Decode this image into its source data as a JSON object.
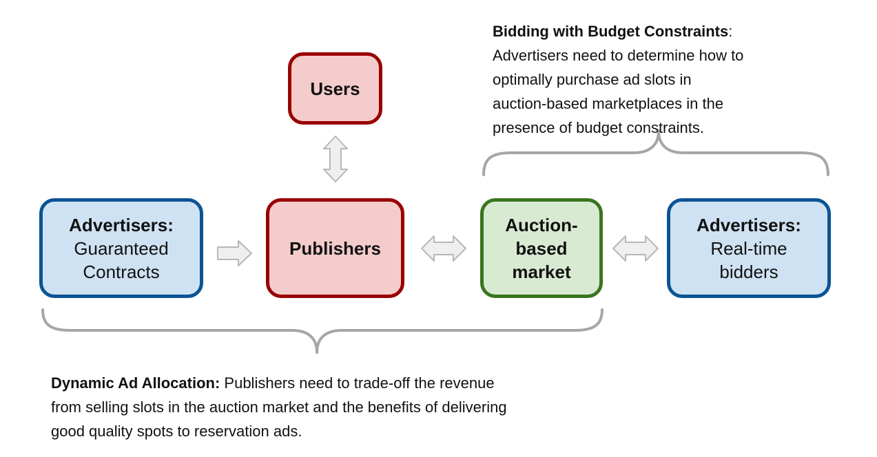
{
  "nodes": {
    "users": {
      "title": "Users"
    },
    "publishers": {
      "title": "Publishers"
    },
    "auction_market": {
      "line1": "Auction-",
      "line2": "based",
      "line3": "market"
    },
    "advertisers_guaranteed": {
      "title": "Advertisers:",
      "line1": "Guaranteed",
      "line2": "Contracts"
    },
    "advertisers_rtb": {
      "title": "Advertisers:",
      "line1": "Real-time",
      "line2": "bidders"
    }
  },
  "notes": {
    "bidding": {
      "title": "Bidding with Budget Constraints",
      "colon": ":",
      "line1": "Advertisers need to determine how to",
      "line2": "optimally purchase ad slots in",
      "line3": "auction-based marketplaces in the",
      "line4": "presence of budget constraints."
    },
    "dynamic": {
      "title": "Dynamic Ad Allocation:",
      "line1_rest": " Publishers need to trade-off the revenue",
      "line2": "from selling slots in the auction market and the benefits of delivering",
      "line3": "good quality spots to reservation ads."
    }
  },
  "colors": {
    "red_fill": "#f4cccc",
    "red_border": "#990000",
    "blue_fill": "#cfe2f3",
    "blue_border": "#0b5394",
    "green_fill": "#d9ead3",
    "green_border": "#38761d",
    "arrow_fill": "#efefef",
    "arrow_stroke": "#b7b7b7",
    "brace": "#a6a6a6"
  },
  "icons": {
    "arrow_guaranteed_to_publishers": "right-arrow-icon",
    "arrow_users_publishers": "up-down-arrow-icon",
    "arrow_publishers_auction": "left-right-arrow-icon",
    "arrow_auction_rtb": "left-right-arrow-icon",
    "brace_top": "curly-brace-icon",
    "brace_bottom": "curly-brace-icon"
  }
}
